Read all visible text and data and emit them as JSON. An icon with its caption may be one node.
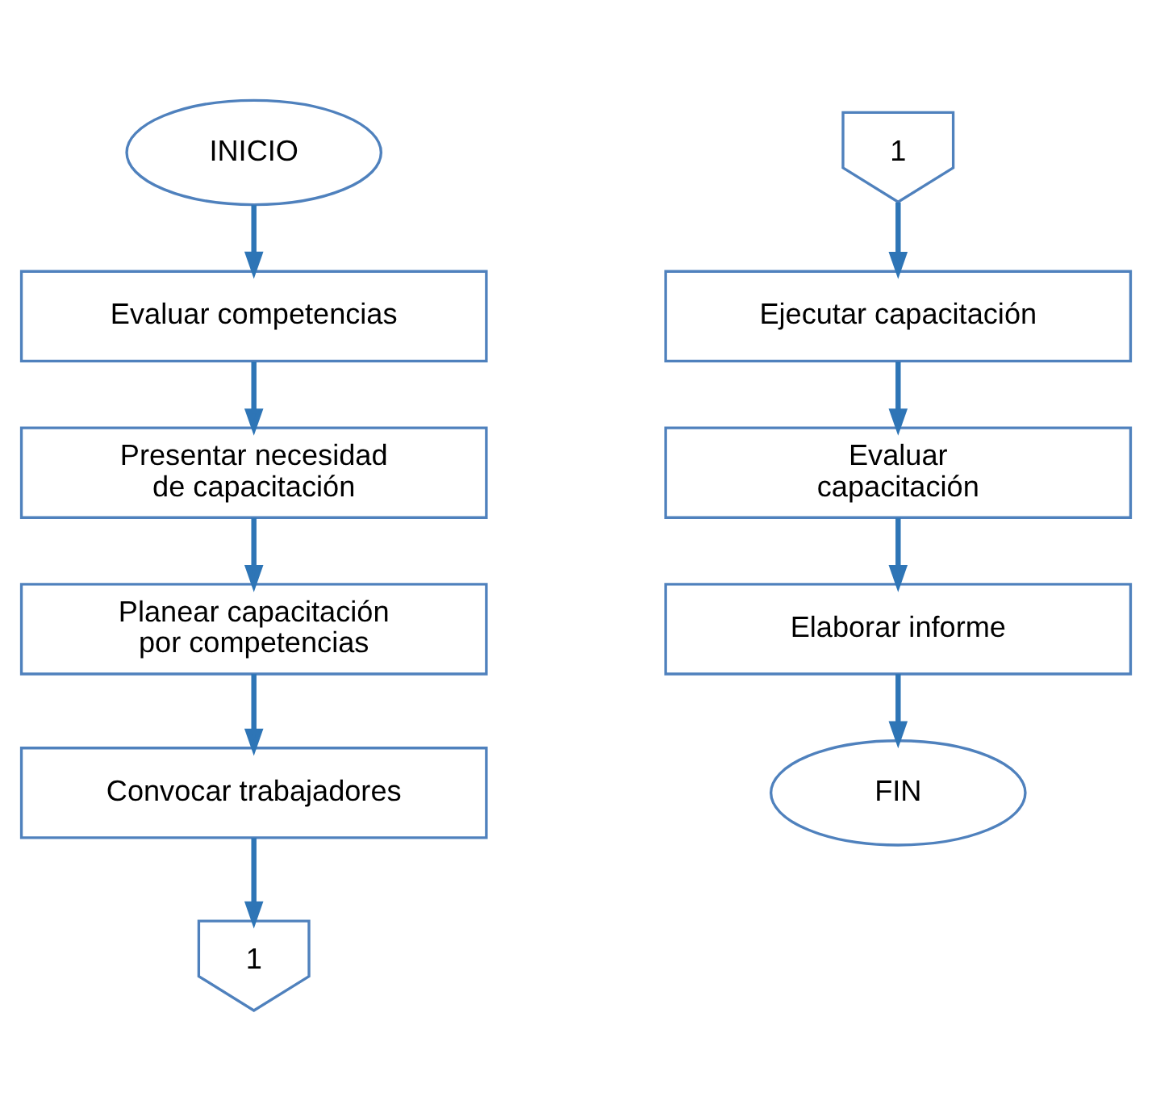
{
  "diagram": {
    "nodes": [
      {
        "text": [
          "INICIO"
        ]
      },
      {
        "text": [
          "Evaluar competencias"
        ]
      },
      {
        "text": [
          "Presentar necesidad de capacitación"
        ]
      },
      {
        "text": [
          "Planear capacitación por competencias"
        ]
      },
      {
        "text": [
          "Convocar trabajadores"
        ]
      },
      {
        "text": [
          "1"
        ]
      },
      {
        "text": [
          "1"
        ]
      },
      {
        "text": [
          "Ejecutar capacitación"
        ]
      },
      {
        "text": [
          "Evaluar capacitación"
        ]
      },
      {
        "text": [
          "Elaborar informe"
        ]
      },
      {
        "text": [
          "FIN"
        ]
      }
    ],
    "edges": [
      {
        "from": 0,
        "to": 1,
        "arrow": "to"
      },
      {
        "from": 1,
        "to": 2,
        "arrow": "to"
      },
      {
        "from": 2,
        "to": 3,
        "arrow": "to"
      },
      {
        "from": 3,
        "to": 4,
        "arrow": "to"
      },
      {
        "from": 4,
        "to": 5,
        "arrow": "to"
      },
      {
        "from": 6,
        "to": 7,
        "arrow": "to"
      },
      {
        "from": 7,
        "to": 8,
        "arrow": "to"
      },
      {
        "from": 8,
        "to": 9,
        "arrow": "to"
      },
      {
        "from": 9,
        "to": 10,
        "arrow": "to"
      }
    ]
  }
}
